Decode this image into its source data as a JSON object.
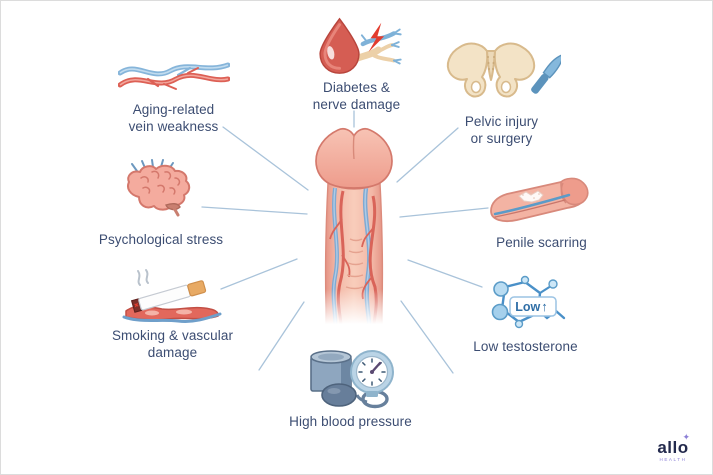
{
  "diagram": {
    "name": "erectile-dysfunction-causes-diagram",
    "center_illustration": "penis-anatomy-with-arteries-and-veins"
  },
  "colors": {
    "label_text": "#3c4d72",
    "connector_line": "#a9c3da",
    "artery_red": "#d96459",
    "vein_blue": "#7fa9d2",
    "skin": "#f3b7a6"
  },
  "causes": [
    {
      "id": "diabetes",
      "icon": "blood-drop-nerve-icon",
      "label_line1": "Diabetes &",
      "label_line2": "nerve damage"
    },
    {
      "id": "aging",
      "icon": "vein-weakness-icon",
      "label_line1": "Aging-related",
      "label_line2": "vein weakness"
    },
    {
      "id": "pelvic",
      "icon": "pelvis-scalpel-icon",
      "label_line1": "Pelvic injury",
      "label_line2": "or surgery"
    },
    {
      "id": "stress",
      "icon": "brain-icon",
      "label_line1": "Psychological stress",
      "label_line2": ""
    },
    {
      "id": "scarring",
      "icon": "penile-scar-icon",
      "label_line1": "Penile scarring",
      "label_line2": ""
    },
    {
      "id": "smoking",
      "icon": "cigarette-vessel-icon",
      "label_line1": "Smoking & vascular",
      "label_line2": "damage"
    },
    {
      "id": "lowt",
      "icon": "testosterone-molecule-icon",
      "label_line1": "Low testosterone",
      "label_line2": "",
      "badge": "Low",
      "badge_arrow": "↑"
    },
    {
      "id": "hbp",
      "icon": "blood-pressure-monitor-icon",
      "label_line1": "High blood pressure",
      "label_line2": ""
    }
  ],
  "logo": {
    "name": "allo",
    "tagline": "HEALTH",
    "sparkle": "✦"
  }
}
